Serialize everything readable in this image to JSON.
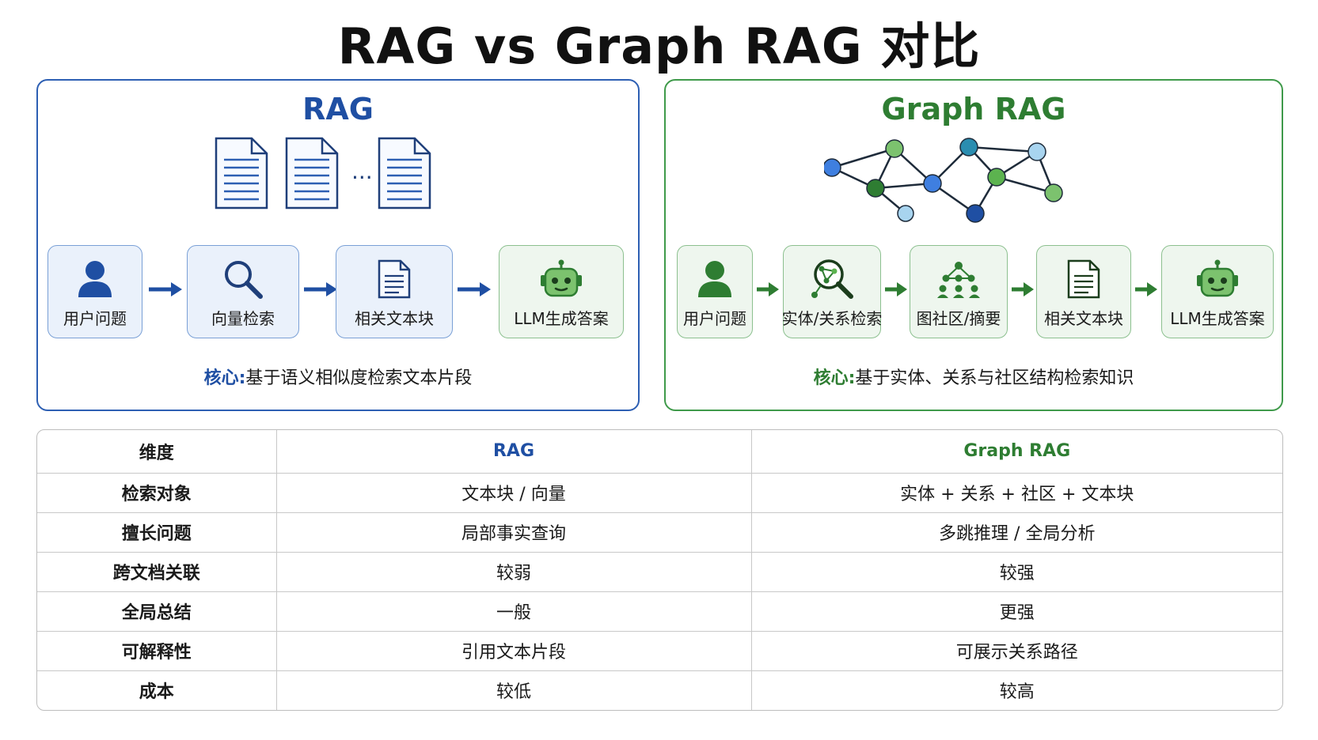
{
  "title": "RAG vs Graph RAG 对比",
  "rag": {
    "title": "RAG",
    "dots": "···",
    "steps": [
      {
        "label": "用户问题",
        "icon": "user-icon"
      },
      {
        "label": "向量检索",
        "icon": "search-icon"
      },
      {
        "label": "相关文本块",
        "icon": "document-icon"
      },
      {
        "label": "LLM生成答案",
        "icon": "robot-icon"
      }
    ],
    "core_key": "核心:",
    "core_text": "基于语义相似度检索文本片段"
  },
  "graph": {
    "title": "Graph RAG",
    "steps": [
      {
        "label": "用户问题",
        "icon": "user-icon"
      },
      {
        "label": "实体/关系检索",
        "icon": "graph-search-icon"
      },
      {
        "label": "图社区/摘要",
        "icon": "community-icon"
      },
      {
        "label": "相关文本块",
        "icon": "document-icon"
      },
      {
        "label": "LLM生成答案",
        "icon": "robot-icon"
      }
    ],
    "core_key": "核心:",
    "core_text": "基于实体、关系与社区结构检索知识"
  },
  "table": {
    "headers": [
      "维度",
      "RAG",
      "Graph RAG"
    ],
    "rows": [
      [
        "检索对象",
        "文本块 / 向量",
        "实体 + 关系 + 社区 + 文本块"
      ],
      [
        "擅长问题",
        "局部事实查询",
        "多跳推理 / 全局分析"
      ],
      [
        "跨文档关联",
        "较弱",
        "较强"
      ],
      [
        "全局总结",
        "一般",
        "更强"
      ],
      [
        "可解释性",
        "引用文本片段",
        "可展示关系路径"
      ],
      [
        "成本",
        "较低",
        "较高"
      ]
    ]
  },
  "colors": {
    "rag_accent": "#1f4fa3",
    "graph_accent": "#2e7d32",
    "rag_box_bg": "#eaf1fb",
    "graph_box_bg": "#eef6ee"
  }
}
